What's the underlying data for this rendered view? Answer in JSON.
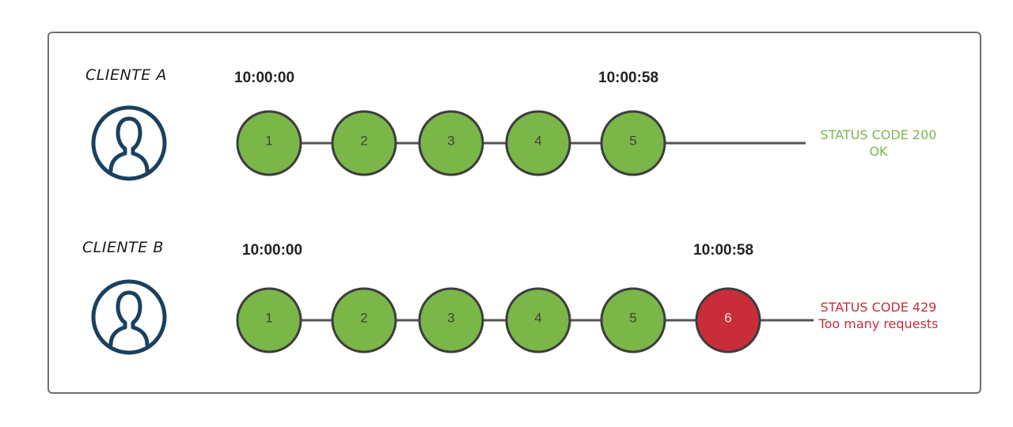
{
  "clients": [
    {
      "label": "CLIENTE A",
      "start_time": "10:00:00",
      "end_time": "10:00:58",
      "requests": [
        {
          "number": "1",
          "status": "ok"
        },
        {
          "number": "2",
          "status": "ok"
        },
        {
          "number": "3",
          "status": "ok"
        },
        {
          "number": "4",
          "status": "ok"
        },
        {
          "number": "5",
          "status": "ok"
        }
      ],
      "status_line1": "STATUS CODE 200",
      "status_line2": "OK",
      "status_color": "#7ab648"
    },
    {
      "label": "CLIENTE B",
      "start_time": "10:00:00",
      "end_time": "10:00:58",
      "requests": [
        {
          "number": "1",
          "status": "ok"
        },
        {
          "number": "2",
          "status": "ok"
        },
        {
          "number": "3",
          "status": "ok"
        },
        {
          "number": "4",
          "status": "ok"
        },
        {
          "number": "5",
          "status": "ok"
        },
        {
          "number": "6",
          "status": "rejected"
        }
      ],
      "status_line1": "STATUS CODE 429",
      "status_line2": "Too many requests",
      "status_color": "#c92d39"
    }
  ],
  "colors": {
    "ok_fill": "#7ab648",
    "rejected_fill": "#c92d39",
    "node_stroke": "#3d3d3d",
    "line": "#555555",
    "avatar": "#19405f"
  },
  "icons": {
    "avatar": "user-avatar-icon"
  }
}
